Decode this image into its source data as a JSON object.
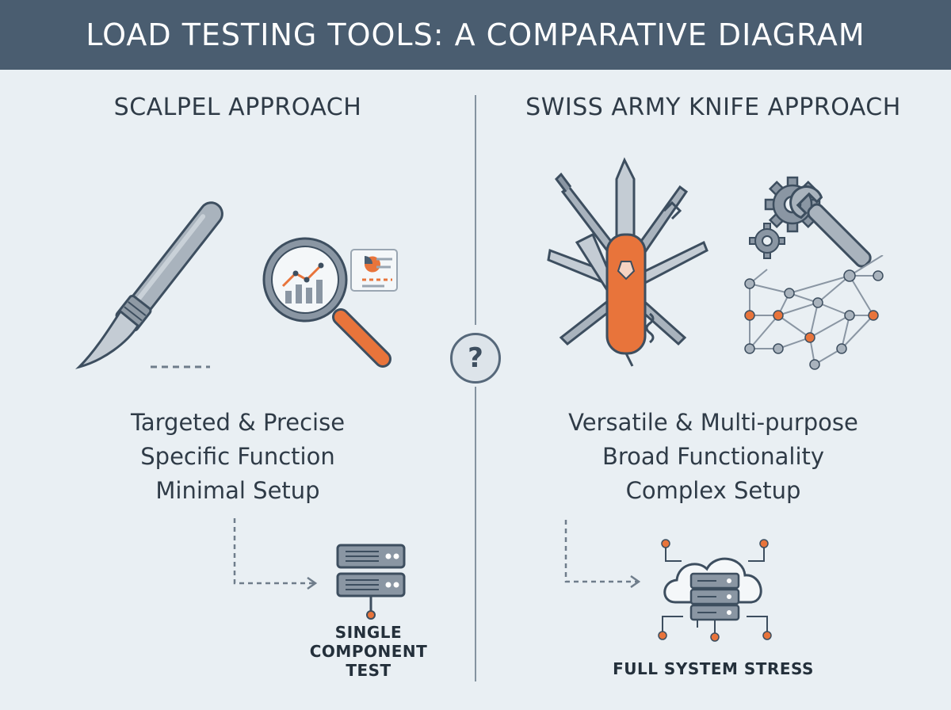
{
  "header": {
    "title": "LOAD TESTING TOOLS: A COMPARATIVE DIAGRAM"
  },
  "center": {
    "symbol": "?"
  },
  "left": {
    "heading": "SCALPEL APPROACH",
    "features": [
      "Targeted & Precise",
      "Specific Function",
      "Minimal Setup"
    ],
    "caption_lines": [
      "SINGLE",
      "COMPONENT",
      "TEST"
    ]
  },
  "right": {
    "heading": "SWISS ARMY KNIFE APPROACH",
    "features": [
      "Versatile & Multi-purpose",
      "Broad Functionality",
      "Complex Setup"
    ],
    "caption": "FULL SYSTEM STRESS"
  },
  "colors": {
    "header_bg": "#4a5d70",
    "background": "#e9eff3",
    "accent_orange": "#e8743b",
    "steel_gray": "#8a96a3",
    "outline": "#3d4e5f"
  }
}
